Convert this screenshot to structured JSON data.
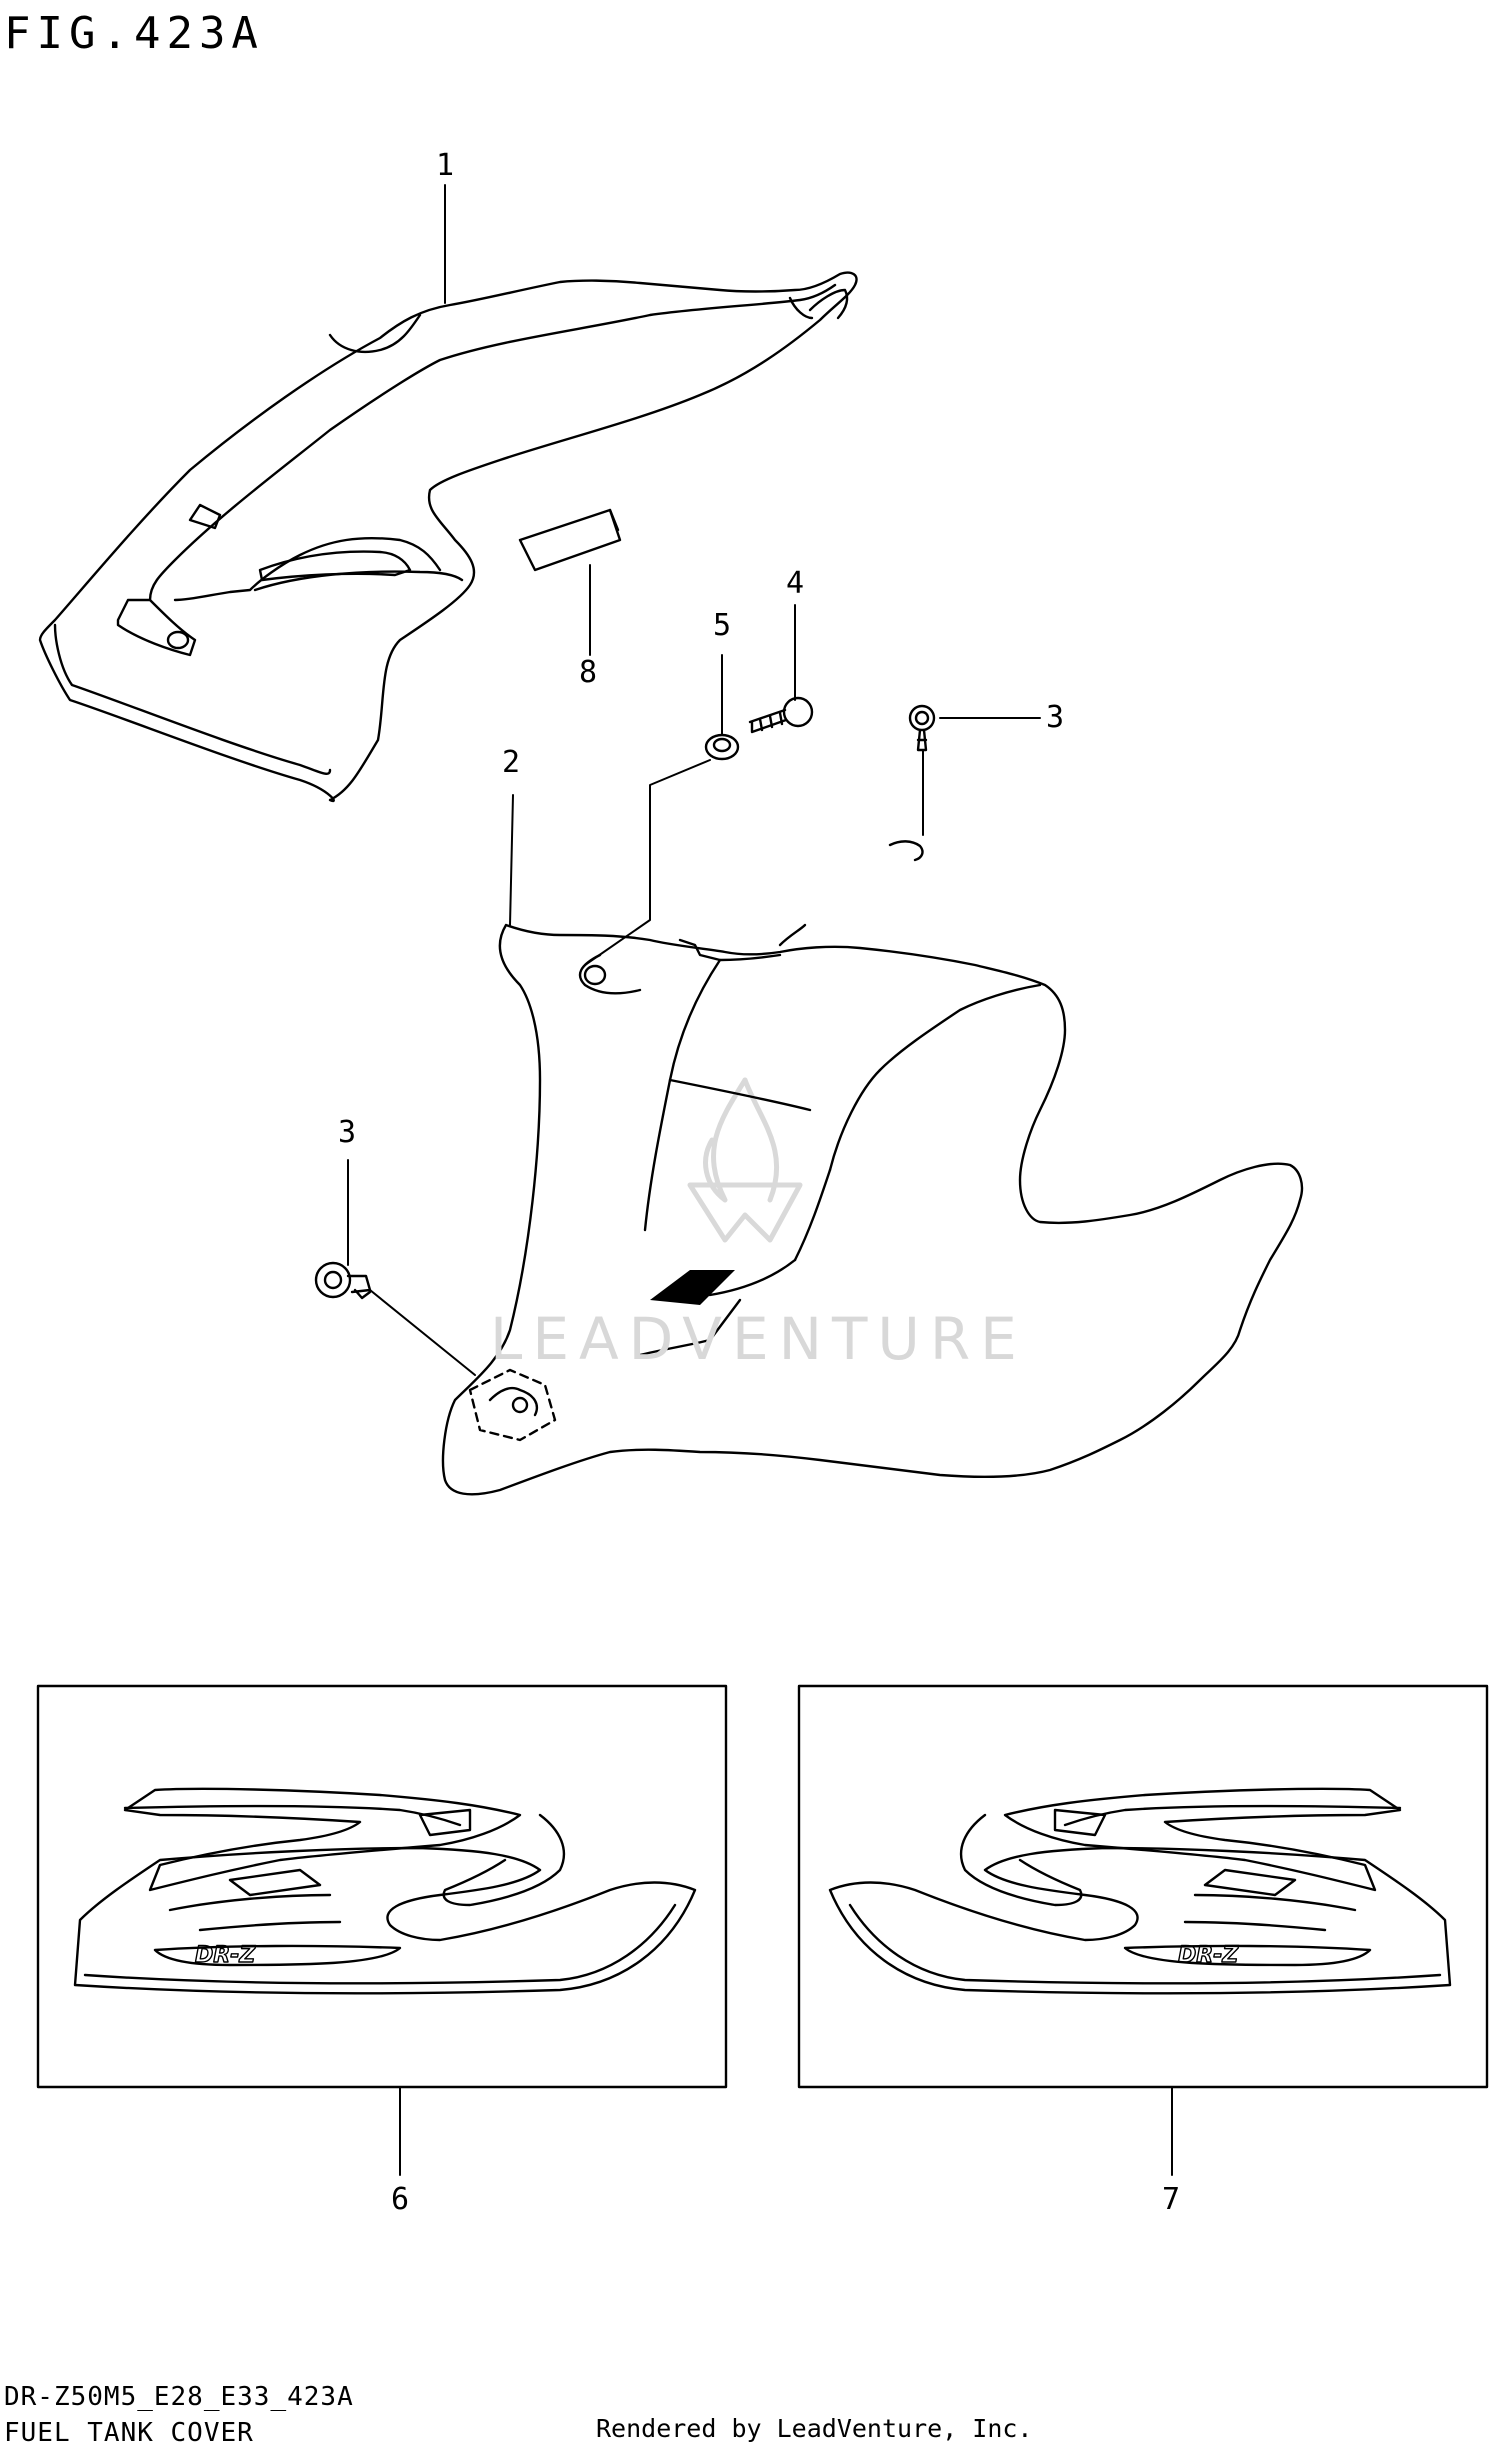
{
  "figure": {
    "title": "FIG.423A",
    "model_code": "DR-Z50M5_E28_E33_423A",
    "section_name": "FUEL TANK COVER",
    "rendered_by": "Rendered by LeadVenture, Inc.",
    "watermark": "LEADVENTURE"
  },
  "callouts": [
    {
      "id": "1",
      "label": "1"
    },
    {
      "id": "2",
      "label": "2"
    },
    {
      "id": "3a",
      "label": "3"
    },
    {
      "id": "3b",
      "label": "3"
    },
    {
      "id": "4",
      "label": "4"
    },
    {
      "id": "5",
      "label": "5"
    },
    {
      "id": "6",
      "label": "6"
    },
    {
      "id": "7",
      "label": "7"
    },
    {
      "id": "8",
      "label": "8"
    }
  ],
  "emblem_text": "DR-Z"
}
